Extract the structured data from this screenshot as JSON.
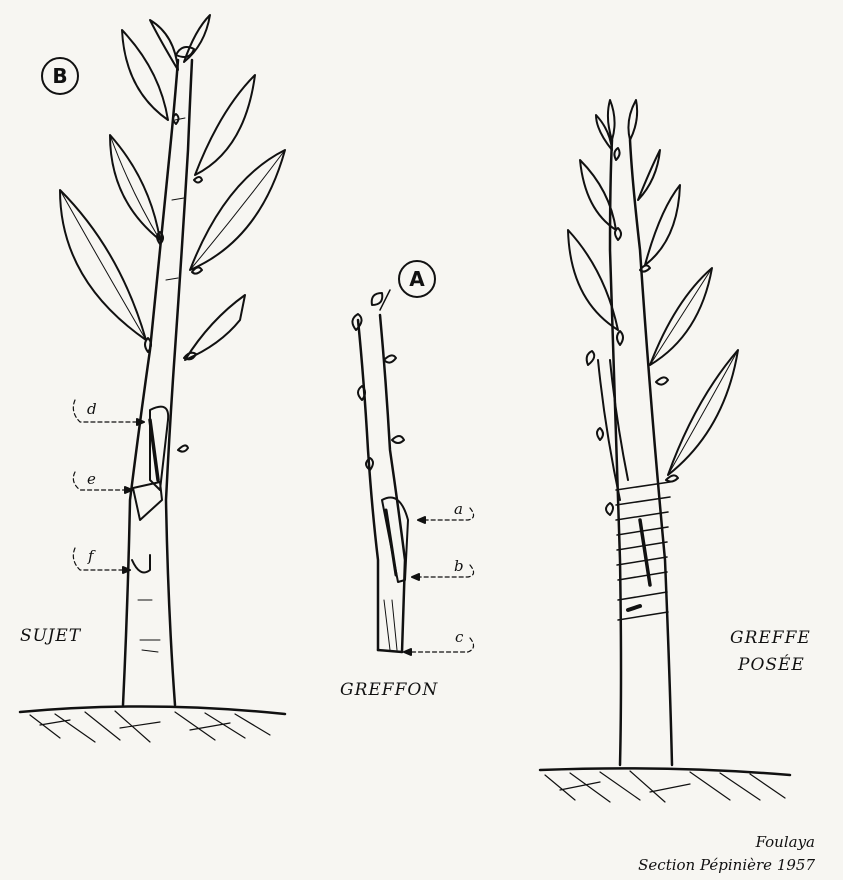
{
  "badges": {
    "b": "B",
    "a": "A"
  },
  "labels": {
    "sujet": "SUJET",
    "greffon": "GREFFON",
    "greffe_line1": "GREFFE",
    "greffe_line2": "POSÉE"
  },
  "callouts": {
    "a": "a",
    "b": "b",
    "c": "c",
    "d": "d",
    "e": "e",
    "f": "f"
  },
  "credit": {
    "line1": "Foulaya",
    "line2": "Section Pépinière  1957"
  }
}
